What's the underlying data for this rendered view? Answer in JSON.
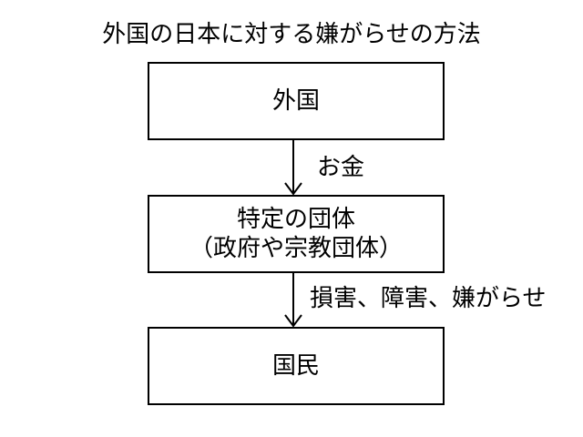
{
  "title": "外国の日本に対する嫌がらせの方法",
  "nodes": {
    "foreign": {
      "label": "外国"
    },
    "group": {
      "line1": "特定の団体",
      "line2": "（政府や宗教団体）"
    },
    "people": {
      "label": "国民"
    }
  },
  "edges": {
    "foreign_to_group": {
      "label": "お金"
    },
    "group_to_people": {
      "label": "損害、障害、嫌がらせ"
    }
  }
}
